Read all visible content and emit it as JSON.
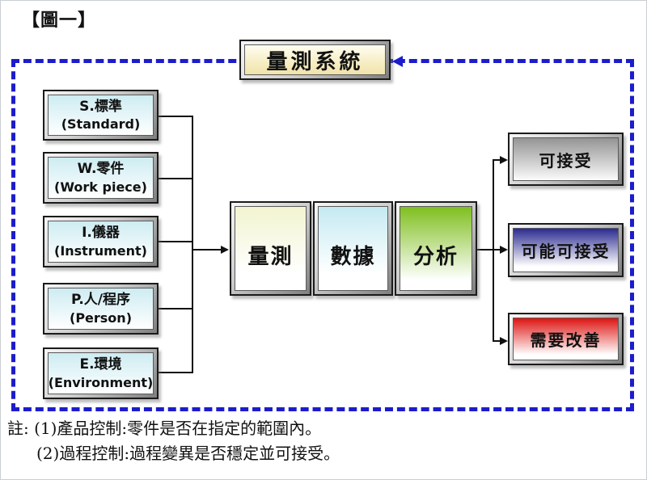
{
  "figure_label": "【圖一】",
  "system_box": {
    "label": "量測系統"
  },
  "input_boxes": [
    {
      "title": "S.標準",
      "subtitle": "(Standard)"
    },
    {
      "title": "W.零件",
      "subtitle": "(Work piece)"
    },
    {
      "title": "I.儀器",
      "subtitle": "(Instrument)"
    },
    {
      "title": "P.人/程序",
      "subtitle": "(Person)"
    },
    {
      "title": "E.環境",
      "subtitle": "(Environment)"
    }
  ],
  "process_boxes": [
    {
      "label": "量測",
      "fill": "#F2F4D0"
    },
    {
      "label": "數據",
      "fill": "#C5EAF2"
    },
    {
      "label": "分析",
      "fill": "#7FBF1F"
    }
  ],
  "outcome_boxes": [
    {
      "label": "可接受",
      "fill": "#949494"
    },
    {
      "label": "可能可接受",
      "fill": "#2B2B91"
    },
    {
      "label": "需要改善",
      "fill": "#DD1512"
    }
  ],
  "notes": {
    "line1": "註: (1)產品控制:零件是否在指定的範圍內。",
    "line2": "(2)過程控制:過程變異是否穩定並可接受。"
  },
  "colors": {
    "boundary_dash": "#1C1CCC",
    "system_fill": "#F0E3A8",
    "input_fill": "#CDECF2",
    "connector": "#111111"
  }
}
